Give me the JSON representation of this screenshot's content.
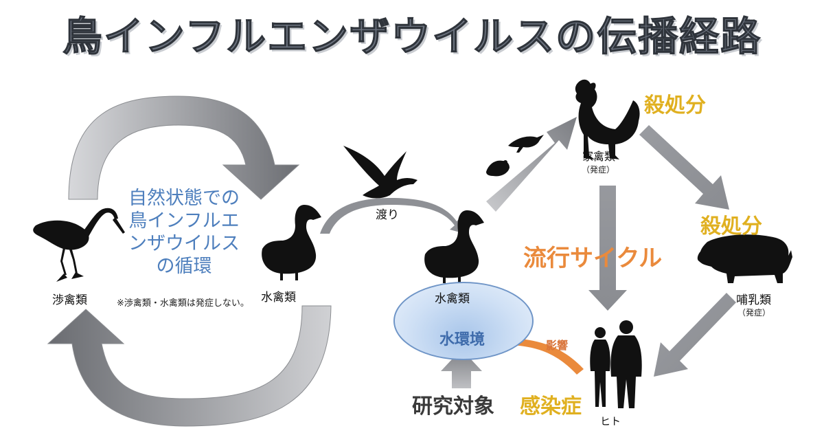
{
  "title": "鳥インフルエンザウイルスの伝播経路",
  "natural_cycle": {
    "lines": [
      "自然状態での",
      "鳥インフルエ",
      "ンザウイルス",
      "の循環"
    ],
    "note": "※渉禽類・水禽類は発症しない。"
  },
  "labels": {
    "wader": "渉禽類",
    "waterfowl_left": "水禽類",
    "migration": "渡り",
    "waterfowl_center": "水禽類",
    "poultry": "家禽類",
    "poultry_sub": "（発症）",
    "mammal": "哺乳類",
    "mammal_sub": "（発症）",
    "human": "ヒト"
  },
  "culling_top": "殺処分",
  "culling_right": "殺処分",
  "epidemic_cycle": "流行サイクル",
  "water_env": "水環境",
  "influence": "影響",
  "research": "研究対象",
  "infection": "感染症",
  "colors": {
    "gray_arrow": "#8e9095",
    "orange_arrow": "#ea8a3c",
    "blue_text": "#4e7fbd",
    "gold_text": "#e0b020",
    "water_fill": "#c8dcf4"
  },
  "icons": [
    "crane-icon",
    "duck-icon",
    "flying-goose-icon",
    "crow-icon",
    "mouse-icon",
    "rooster-icon",
    "pig-icon",
    "man-icon",
    "woman-icon"
  ]
}
